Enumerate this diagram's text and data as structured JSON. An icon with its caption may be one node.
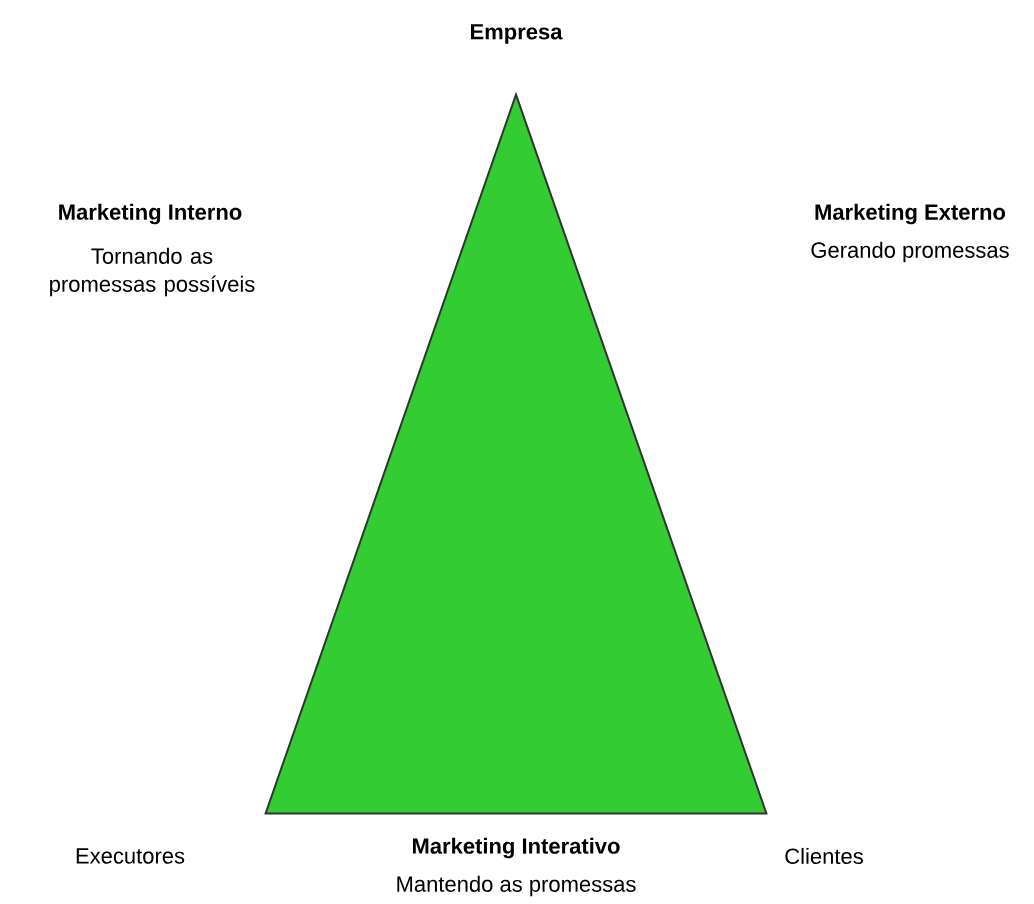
{
  "diagram": {
    "nodes": [
      {
        "text": [],
        "shape": "triangle"
      }
    ],
    "labels": [
      "Empresa",
      "Marketing Interno",
      "Tornando as promessas possíveis",
      "Marketing Externo",
      "Gerando promessas",
      "Executores",
      "Marketing Interativo",
      "Mantendo as promessas",
      "Clientes"
    ]
  }
}
